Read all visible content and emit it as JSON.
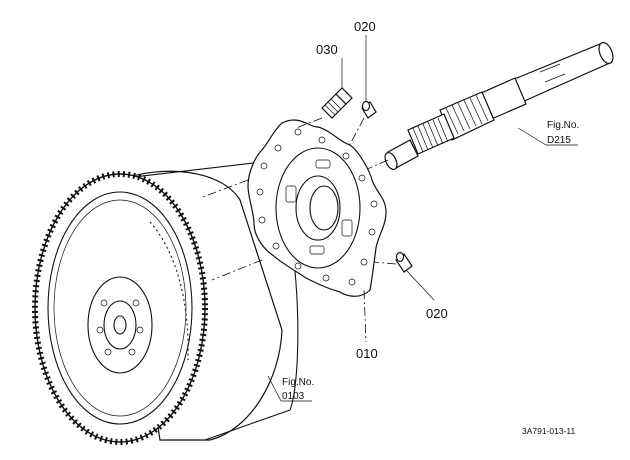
{
  "callouts": [
    {
      "id": "callout-030",
      "text": "030"
    },
    {
      "id": "callout-020-top",
      "text": "020"
    },
    {
      "id": "callout-020-bottom",
      "text": "020"
    },
    {
      "id": "callout-010",
      "text": "010"
    }
  ],
  "figure_refs": {
    "shaft": {
      "label": "Fig.No.",
      "number": "D215"
    },
    "flywheel": {
      "label": "Fig.No.",
      "number": "0103"
    }
  },
  "drawing_code": "3A791-013-11"
}
